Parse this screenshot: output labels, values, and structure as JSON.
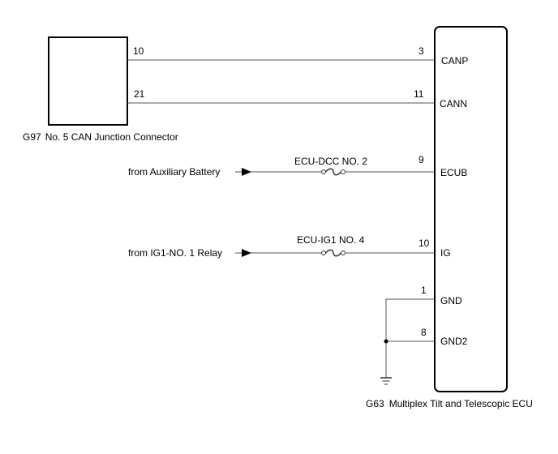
{
  "diagram": {
    "connector": {
      "id": "G97",
      "name": "No. 5 CAN Junction Connector",
      "pins": [
        "10",
        "21"
      ]
    },
    "ecu": {
      "id": "G63",
      "name": "Multiplex Tilt and Telescopic ECU",
      "terminals": [
        {
          "pin": "3",
          "name": "CANP"
        },
        {
          "pin": "11",
          "name": "CANN"
        },
        {
          "pin": "9",
          "name": "ECUB"
        },
        {
          "pin": "10",
          "name": "IG"
        },
        {
          "pin": "1",
          "name": "GND"
        },
        {
          "pin": "8",
          "name": "GND2"
        }
      ]
    },
    "sources": [
      {
        "label": "from Auxiliary Battery",
        "fuse": "ECU-DCC NO. 2"
      },
      {
        "label": "from IG1-NO. 1 Relay",
        "fuse": "ECU-IG1 NO. 4"
      }
    ]
  }
}
